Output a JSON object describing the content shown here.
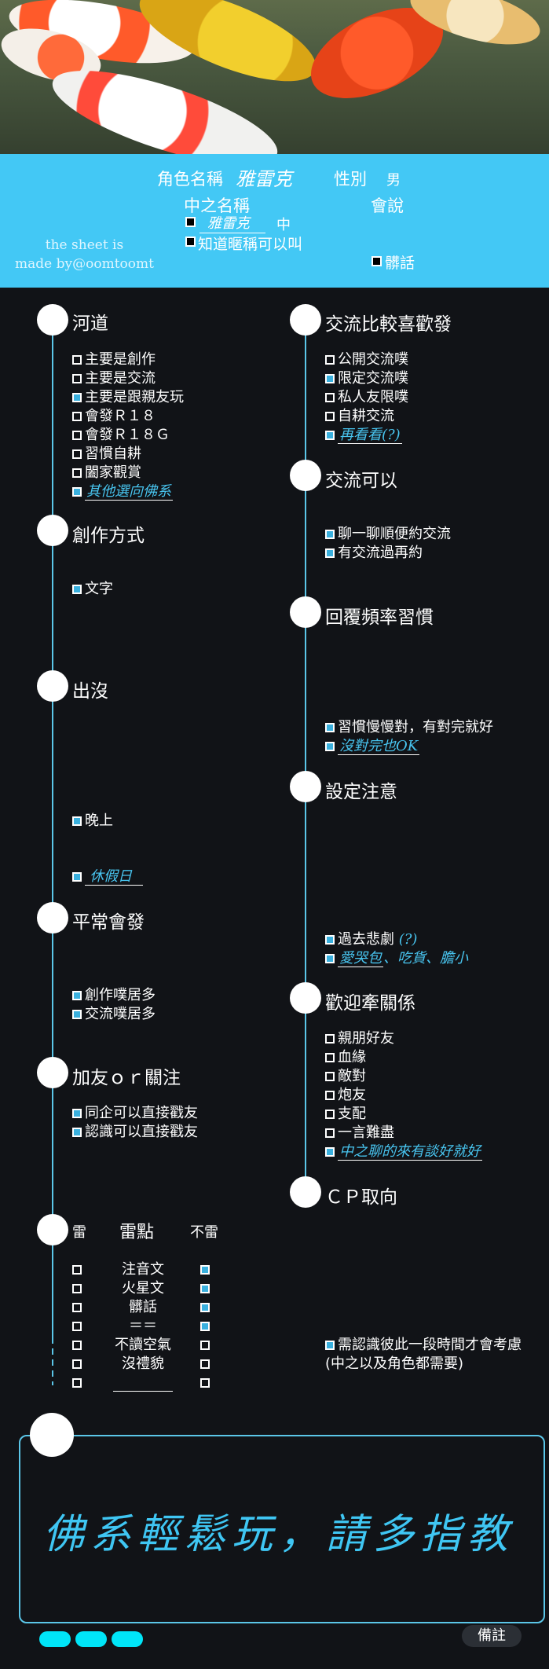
{
  "banner": {
    "name_label": "角色名稱",
    "name_value": "雅雷克",
    "gender_label": "性別",
    "gender_value": "男",
    "oc_label": "中之名稱",
    "oc_value": "雅雷克",
    "oc_suffix": "中",
    "know_label": "知道暱稱可以叫",
    "speak_label": "會說",
    "dirty_label": "髒話",
    "credit_line1": "the sheet is",
    "credit_line2": "made by@oomtoomt"
  },
  "left": {
    "river": {
      "title": "河道",
      "items": [
        {
          "text": "主要是創作",
          "checked": false
        },
        {
          "text": "主要是交流",
          "checked": false
        },
        {
          "text": "主要是跟親友玩",
          "checked": true
        },
        {
          "text": "會發Ｒ１８",
          "checked": false
        },
        {
          "text": "會發Ｒ１８Ｇ",
          "checked": false
        },
        {
          "text": "習慣自耕",
          "checked": false
        },
        {
          "text": "闔家觀賞",
          "checked": false
        }
      ],
      "custom": "其他選向佛系"
    },
    "create": {
      "title": "創作方式",
      "item": "文字"
    },
    "appear": {
      "title": "出沒",
      "item1": "晚上",
      "custom": "休假日"
    },
    "usual": {
      "title": "平常會發",
      "item1": "創作噗居多",
      "item2": "交流噗居多"
    },
    "follow": {
      "title": "加友ｏｒ關注",
      "item1": "同企可以直接戳友",
      "item2": "認識可以直接戳友"
    },
    "mine": {
      "label_left": "雷",
      "title": "雷點",
      "label_right": "不雷",
      "rows": [
        {
          "text": "注音文",
          "left": false,
          "right": true
        },
        {
          "text": "火星文",
          "left": false,
          "right": true
        },
        {
          "text": "髒話",
          "left": false,
          "right": true
        },
        {
          "text": "＝＝",
          "left": false,
          "right": true
        },
        {
          "text": "不讀空氣",
          "left": false,
          "right": false
        },
        {
          "text": "沒禮貌",
          "left": false,
          "right": false
        },
        {
          "text": "",
          "left": false,
          "right": false
        }
      ]
    }
  },
  "right": {
    "prefer": {
      "title": "交流比較喜歡發",
      "items": [
        {
          "text": "公開交流噗",
          "checked": false
        },
        {
          "text": "限定交流噗",
          "checked": true
        },
        {
          "text": "私人友限噗",
          "checked": false
        },
        {
          "text": "自耕交流",
          "checked": false
        }
      ],
      "custom": "再看看(?)"
    },
    "can": {
      "title": "交流可以",
      "item1": "聊一聊順便約交流",
      "item2": "有交流過再約"
    },
    "reply": {
      "title": "回覆頻率習慣",
      "item1": "習慣慢慢對，有對完就好",
      "custom": "沒對完也OK"
    },
    "setting": {
      "title": "設定注意",
      "item1": "過去悲劇",
      "item1_note": "(?)",
      "custom_a": "愛哭包",
      "custom_b": "、吃貨、膽小"
    },
    "relation": {
      "title": "歡迎牽關係",
      "items": [
        {
          "text": "親朋好友",
          "checked": false
        },
        {
          "text": "血緣",
          "checked": false
        },
        {
          "text": "敵對",
          "checked": false
        },
        {
          "text": "炮友",
          "checked": false
        },
        {
          "text": "支配",
          "checked": false
        },
        {
          "text": "一言難盡",
          "checked": false
        }
      ],
      "custom": "中之聊的來有談好就好"
    },
    "cp": {
      "title": "ＣＰ取向",
      "item1": "需認識彼此一段時間才會考慮",
      "item2": "(中之以及角色都需要)"
    }
  },
  "note": {
    "text": "佛系輕鬆玩，請多指教"
  },
  "footer": {
    "remark": "備註"
  }
}
